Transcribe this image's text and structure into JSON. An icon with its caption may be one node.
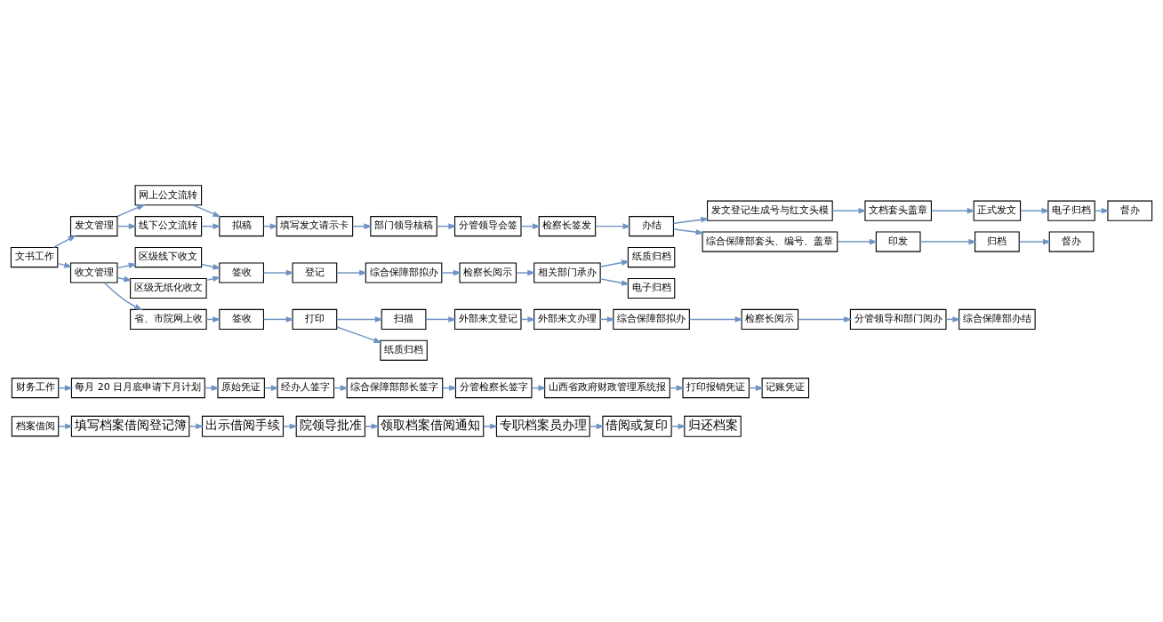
{
  "diagram": {
    "nodes": [
      {
        "text": [
          "文书工作"
        ]
      },
      {
        "text": [
          "发文管理"
        ]
      },
      {
        "text": [
          "网上公文流转"
        ]
      },
      {
        "text": [
          "线下公文流转"
        ]
      },
      {
        "text": [
          "拟稿"
        ]
      },
      {
        "text": [
          "填写发文请示卡"
        ]
      },
      {
        "text": [
          "部门领导核稿"
        ]
      },
      {
        "text": [
          "分管领导会签"
        ]
      },
      {
        "text": [
          "检察长签发"
        ]
      },
      {
        "text": [
          "办结"
        ]
      },
      {
        "text": [
          "发文登记生成号与红文头模"
        ]
      },
      {
        "text": [
          "文档套头盖章"
        ]
      },
      {
        "text": [
          "正式发文"
        ]
      },
      {
        "text": [
          "电子归档"
        ]
      },
      {
        "text": [
          "督办"
        ]
      },
      {
        "text": [
          "综合保障部套头、编号、盖章"
        ]
      },
      {
        "text": [
          "印发"
        ]
      },
      {
        "text": [
          "归档"
        ]
      },
      {
        "text": [
          "督办"
        ]
      },
      {
        "text": [
          "收文管理"
        ]
      },
      {
        "text": [
          "区级线下收文"
        ]
      },
      {
        "text": [
          "区级无纸化收文"
        ]
      },
      {
        "text": [
          "签收"
        ]
      },
      {
        "text": [
          "登记"
        ]
      },
      {
        "text": [
          "综合保障部拟办"
        ]
      },
      {
        "text": [
          "检察长阅示"
        ]
      },
      {
        "text": [
          "相关部门承办"
        ]
      },
      {
        "text": [
          "纸质归档"
        ]
      },
      {
        "text": [
          "电子归档"
        ]
      },
      {
        "text": [
          "省、市院网上收"
        ]
      },
      {
        "text": [
          "签收"
        ]
      },
      {
        "text": [
          "打印"
        ]
      },
      {
        "text": [
          "扫描"
        ]
      },
      {
        "text": [
          "外部来文登记"
        ]
      },
      {
        "text": [
          "外部来文办理"
        ]
      },
      {
        "text": [
          "综合保障部拟办"
        ]
      },
      {
        "text": [
          "检察长阅示"
        ]
      },
      {
        "text": [
          "分管领导和部门阅办"
        ]
      },
      {
        "text": [
          "综合保障部办结"
        ]
      },
      {
        "text": [
          "纸质归档"
        ]
      },
      {
        "text": [
          "财务工作"
        ]
      },
      {
        "text": [
          "每月 20 日月底申请下月计划"
        ]
      },
      {
        "text": [
          "原始凭证"
        ]
      },
      {
        "text": [
          "经办人签字"
        ]
      },
      {
        "text": [
          "综合保障部部长签字"
        ]
      },
      {
        "text": [
          "分管检察长签字"
        ]
      },
      {
        "text": [
          "山西省政府财政管理系统报"
        ]
      },
      {
        "text": [
          "打印报销凭证"
        ]
      },
      {
        "text": [
          "记账凭证"
        ]
      },
      {
        "text": [
          "档案借阅"
        ]
      },
      {
        "text": [
          "填写档案借阅登记簿"
        ]
      },
      {
        "text": [
          "出示借阅手续"
        ]
      },
      {
        "text": [
          "院领导批准"
        ]
      },
      {
        "text": [
          "领取档案借阅通知"
        ]
      },
      {
        "text": [
          "专职档案员办理"
        ]
      },
      {
        "text": [
          "借阅或复印"
        ]
      },
      {
        "text": [
          "归还档案"
        ]
      }
    ],
    "edges": [
      {
        "from": 0,
        "to": 1,
        "arrow": "to"
      },
      {
        "from": 0,
        "to": 19,
        "arrow": "to"
      },
      {
        "from": 1,
        "to": 2,
        "arrow": "to"
      },
      {
        "from": 1,
        "to": 3,
        "arrow": "to"
      },
      {
        "from": 2,
        "to": 4,
        "arrow": "to"
      },
      {
        "from": 3,
        "to": 4,
        "arrow": "to"
      },
      {
        "from": 4,
        "to": 5,
        "arrow": "to"
      },
      {
        "from": 5,
        "to": 6,
        "arrow": "to"
      },
      {
        "from": 6,
        "to": 7,
        "arrow": "to"
      },
      {
        "from": 7,
        "to": 8,
        "arrow": "to"
      },
      {
        "from": 8,
        "to": 9,
        "arrow": "to"
      },
      {
        "from": 9,
        "to": 10,
        "arrow": "to"
      },
      {
        "from": 9,
        "to": 15,
        "arrow": "to"
      },
      {
        "from": 10,
        "to": 11,
        "arrow": "to"
      },
      {
        "from": 11,
        "to": 12,
        "arrow": "to"
      },
      {
        "from": 12,
        "to": 13,
        "arrow": "to"
      },
      {
        "from": 13,
        "to": 14,
        "arrow": "to"
      },
      {
        "from": 15,
        "to": 16,
        "arrow": "to"
      },
      {
        "from": 16,
        "to": 17,
        "arrow": "to"
      },
      {
        "from": 17,
        "to": 18,
        "arrow": "to"
      },
      {
        "from": 19,
        "to": 20,
        "arrow": "to"
      },
      {
        "from": 19,
        "to": 21,
        "arrow": "to"
      },
      {
        "from": 19,
        "to": 29,
        "arrow": "to"
      },
      {
        "from": 20,
        "to": 22,
        "arrow": "to"
      },
      {
        "from": 21,
        "to": 22,
        "arrow": "to"
      },
      {
        "from": 22,
        "to": 23,
        "arrow": "to"
      },
      {
        "from": 23,
        "to": 24,
        "arrow": "to"
      },
      {
        "from": 24,
        "to": 25,
        "arrow": "to"
      },
      {
        "from": 25,
        "to": 26,
        "arrow": "to"
      },
      {
        "from": 26,
        "to": 27,
        "arrow": "to"
      },
      {
        "from": 26,
        "to": 28,
        "arrow": "to"
      },
      {
        "from": 29,
        "to": 30,
        "arrow": "to"
      },
      {
        "from": 30,
        "to": 31,
        "arrow": "to"
      },
      {
        "from": 31,
        "to": 32,
        "arrow": "to"
      },
      {
        "from": 31,
        "to": 39,
        "arrow": "to"
      },
      {
        "from": 32,
        "to": 33,
        "arrow": "to"
      },
      {
        "from": 33,
        "to": 34,
        "arrow": "to"
      },
      {
        "from": 34,
        "to": 35,
        "arrow": "to"
      },
      {
        "from": 35,
        "to": 36,
        "arrow": "to"
      },
      {
        "from": 36,
        "to": 37,
        "arrow": "to"
      },
      {
        "from": 37,
        "to": 38,
        "arrow": "to"
      },
      {
        "from": 40,
        "to": 41,
        "arrow": "to"
      },
      {
        "from": 41,
        "to": 42,
        "arrow": "to"
      },
      {
        "from": 42,
        "to": 43,
        "arrow": "to"
      },
      {
        "from": 43,
        "to": 44,
        "arrow": "to"
      },
      {
        "from": 44,
        "to": 45,
        "arrow": "to"
      },
      {
        "from": 45,
        "to": 46,
        "arrow": "to"
      },
      {
        "from": 46,
        "to": 47,
        "arrow": "to"
      },
      {
        "from": 47,
        "to": 48,
        "arrow": "to"
      },
      {
        "from": 49,
        "to": 50,
        "arrow": "to"
      },
      {
        "from": 50,
        "to": 51,
        "arrow": "to"
      },
      {
        "from": 51,
        "to": 52,
        "arrow": "to"
      },
      {
        "from": 52,
        "to": 53,
        "arrow": "to"
      },
      {
        "from": 53,
        "to": 54,
        "arrow": "to"
      },
      {
        "from": 54,
        "to": 55,
        "arrow": "to"
      },
      {
        "from": 55,
        "to": 56,
        "arrow": "to"
      }
    ]
  }
}
